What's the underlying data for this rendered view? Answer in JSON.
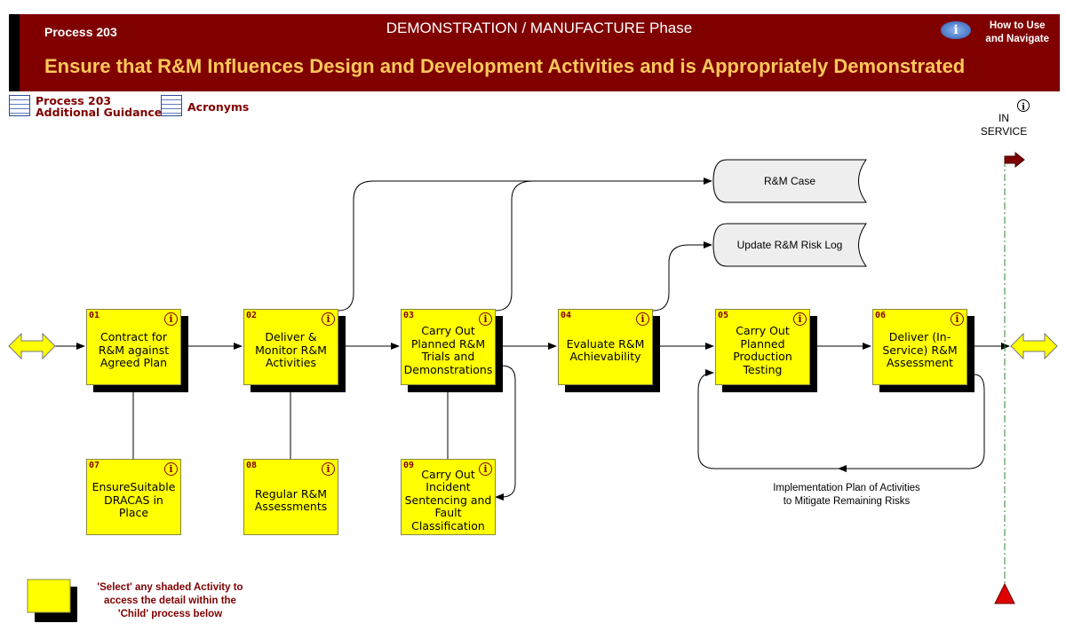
{
  "header": {
    "process": "Process 203",
    "phase": "DEMONSTRATION / MANUFACTURE Phase",
    "title": "Ensure that R&M Influences Design and Development Activities and is Appropriately Demonstrated",
    "help": "How to Use and Navigate",
    "help_line1": "How to Use",
    "help_line2": "and Navigate"
  },
  "links": {
    "guidance_line1": "Process 203",
    "guidance_line2": "Additional Guidance",
    "acronyms": "Acronyms"
  },
  "activities": [
    {
      "num": "01",
      "label": "Contract for R&M against Agreed Plan"
    },
    {
      "num": "02",
      "label": "Deliver & Monitor R&M Activities"
    },
    {
      "num": "03",
      "label": "Carry Out Planned R&M Trials and Demonstrations"
    },
    {
      "num": "04",
      "label": "Evaluate R&M Achievability"
    },
    {
      "num": "05",
      "label": "Carry Out Planned Production Testing"
    },
    {
      "num": "06",
      "label": "Deliver (In-Service) R&M Assessment"
    },
    {
      "num": "07",
      "label": "EnsureSuitable DRACAS in Place"
    },
    {
      "num": "08",
      "label": "Regular R&M Assessments"
    },
    {
      "num": "09",
      "label": "Carry Out Incident Sentencing and Fault Classification"
    }
  ],
  "outputs": {
    "case": "R&M Case",
    "risklog": "Update R&M Risk Log"
  },
  "note_line1": "Implementation Plan of Activities",
  "note_line2": "to Mitigate Remaining Risks",
  "in_service_line1": "IN",
  "in_service_line2": "SERVICE",
  "legend": "'Select' any shaded Activity to access the detail within the 'Child' process below",
  "colors": {
    "header": "#800000",
    "title": "#ffc85a",
    "box": "#ffff00"
  }
}
